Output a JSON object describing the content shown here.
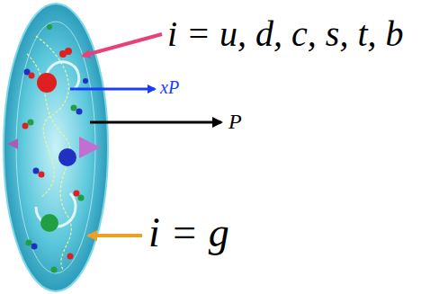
{
  "diagram": {
    "labels": [
      "i = u, d, c, s, t, b",
      "xP",
      "P",
      "i = g"
    ]
  }
}
